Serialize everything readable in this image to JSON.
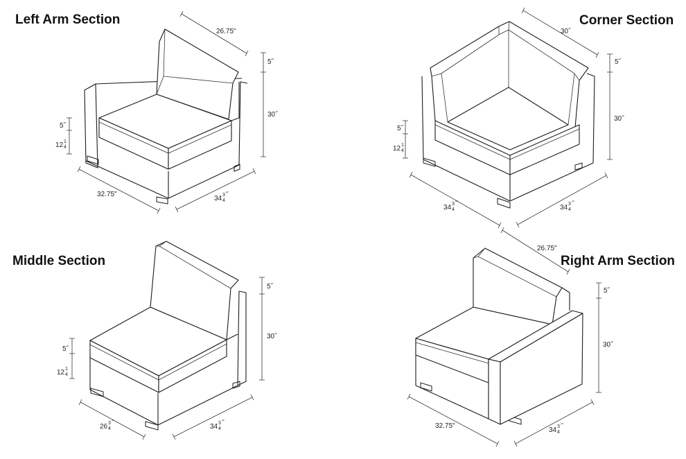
{
  "titles": {
    "left_arm": "Left Arm Section",
    "corner": "Corner Section",
    "middle": "Middle Section",
    "right_arm": "Right Arm Section"
  },
  "left_arm": {
    "top_width": "26.75\"",
    "back_height": "5˝",
    "total_height": "30˝",
    "arm_height": "5˝",
    "seat_height_whole": "12",
    "seat_height_num": "1",
    "seat_height_den": "4",
    "seat_height_unit": "˝",
    "front_width": "32.75\"",
    "depth_whole": "34",
    "depth_num": "3",
    "depth_den": "4",
    "depth_unit": "˝"
  },
  "corner": {
    "top_width": "30˝",
    "back_height": "5˝",
    "total_height": "30˝",
    "arm_height": "5˝",
    "seat_height_whole": "12",
    "seat_height_num": "1",
    "seat_height_den": "4",
    "seat_height_unit": "˝",
    "left_whole": "34",
    "left_num": "3",
    "left_den": "4",
    "left_unit": "˝",
    "right_whole": "34",
    "right_num": "3",
    "right_den": "4",
    "right_unit": "˝"
  },
  "middle": {
    "back_height": "5˝",
    "total_height": "30˝",
    "arm_height": "5˝",
    "seat_height_whole": "12",
    "seat_height_num": "1",
    "seat_height_den": "4",
    "seat_height_unit": "˝",
    "width_whole": "26",
    "width_num": "3",
    "width_den": "4",
    "width_unit": "˝",
    "depth_whole": "34",
    "depth_num": "3",
    "depth_den": "4",
    "depth_unit": "˝"
  },
  "right_arm": {
    "top_width": "26.75\"",
    "back_height": "5˝",
    "total_height": "30˝",
    "front_width": "32.75\"",
    "depth_whole": "34",
    "depth_num": "3",
    "depth_den": "4",
    "depth_unit": "˝"
  }
}
